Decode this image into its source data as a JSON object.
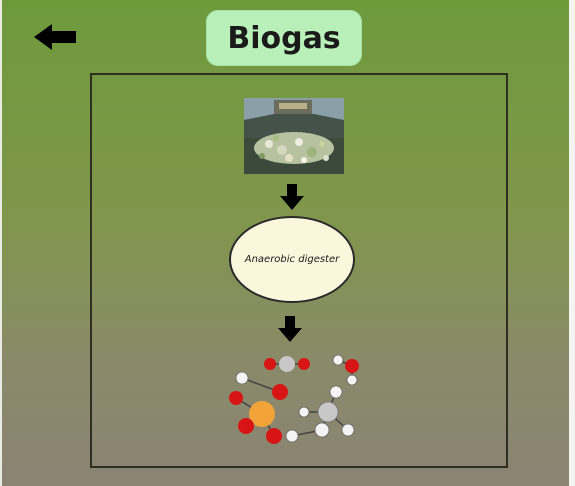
{
  "header": {
    "title": "Biogas",
    "back_icon": "back-arrow-icon"
  },
  "diagram": {
    "input_image": "organic-waste-photo",
    "process_label": "Anaerobic digester",
    "output_image": "biogas-molecules-illustration"
  },
  "colors": {
    "title_bg": "#b9f0b9",
    "digester_fill": "#fbf7dc",
    "oxygen": "#d81515",
    "carbon": "#c8c8c8",
    "hydrogen": "#f4f4f4",
    "sulfur": "#f2a43a"
  }
}
